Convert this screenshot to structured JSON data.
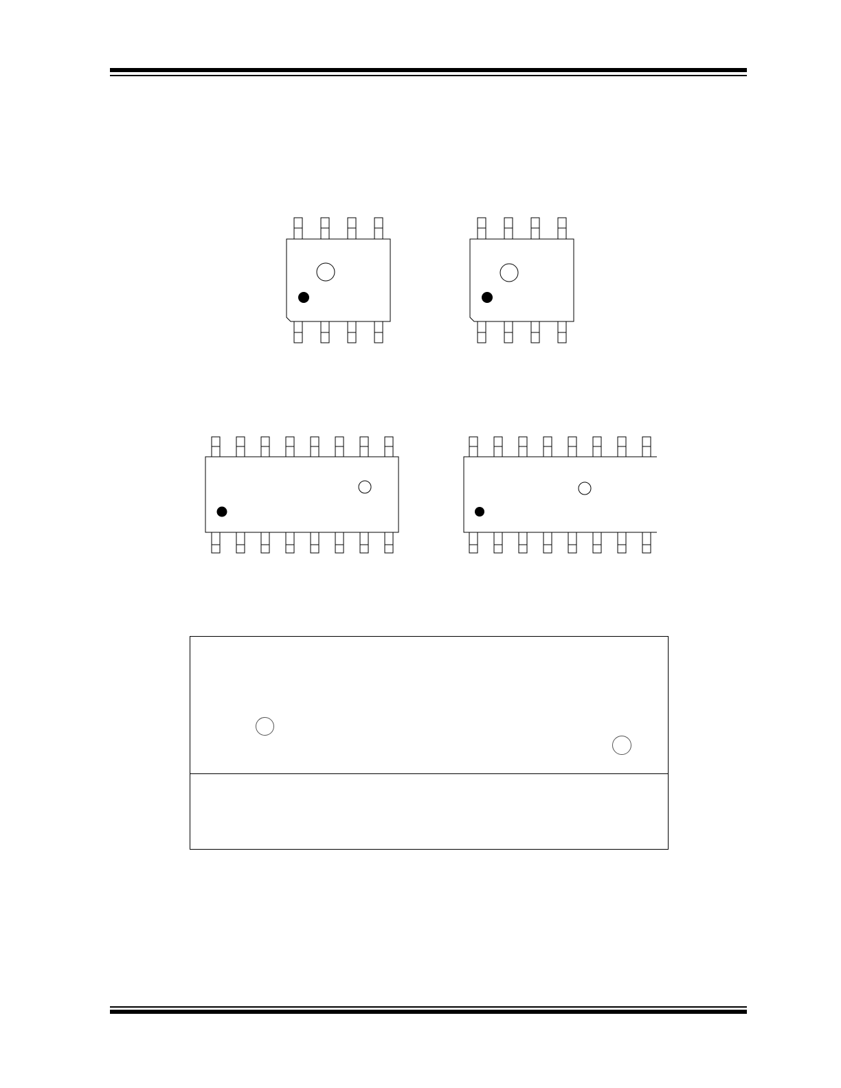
{
  "page": {
    "colors": {
      "ink": "#000000",
      "paper": "#ffffff"
    }
  },
  "packages": [
    {
      "name": "package-8-pin-a",
      "pins": 8
    },
    {
      "name": "package-8-pin-b",
      "pins": 8
    },
    {
      "name": "package-16-pin-a",
      "pins": 16
    },
    {
      "name": "package-16-pin-b",
      "pins": 16
    }
  ],
  "legend": {
    "icons": [
      "open-circle-icon",
      "open-circle-icon"
    ]
  }
}
